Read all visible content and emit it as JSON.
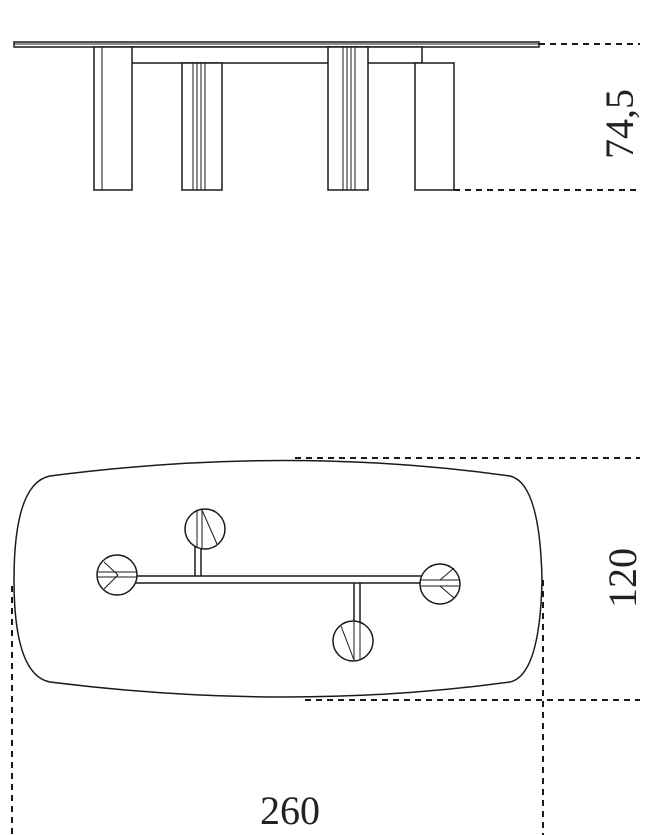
{
  "dimensions": {
    "height": "74,5",
    "depth": "120",
    "length": "260"
  },
  "colors": {
    "line": "#1a1a1a",
    "text": "#222222",
    "background": "#ffffff"
  }
}
